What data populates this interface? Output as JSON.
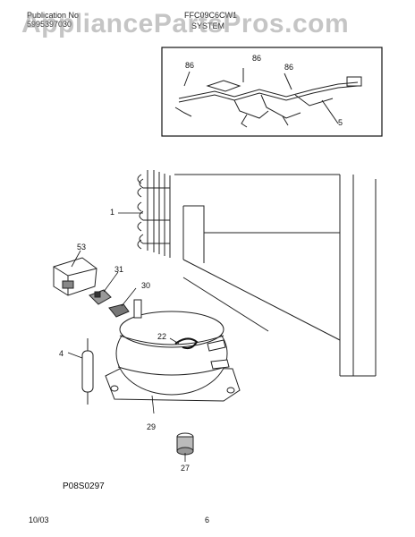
{
  "header": {
    "publication_label": "Publication No",
    "publication_value": "5995397030",
    "model": "FFC09C6CW1",
    "section": "SYSTEM"
  },
  "watermark": "AppliancePartsPros.com",
  "callouts": {
    "inset_86a": "86",
    "inset_86b": "86",
    "inset_86c": "86",
    "inset_5": "5",
    "p1": "1",
    "p53": "53",
    "p31": "31",
    "p30": "30",
    "p22": "22",
    "p4": "4",
    "p29": "29",
    "p27": "27"
  },
  "diagram_code": "P08S0297",
  "footer": {
    "date": "10/03",
    "page": "6"
  }
}
